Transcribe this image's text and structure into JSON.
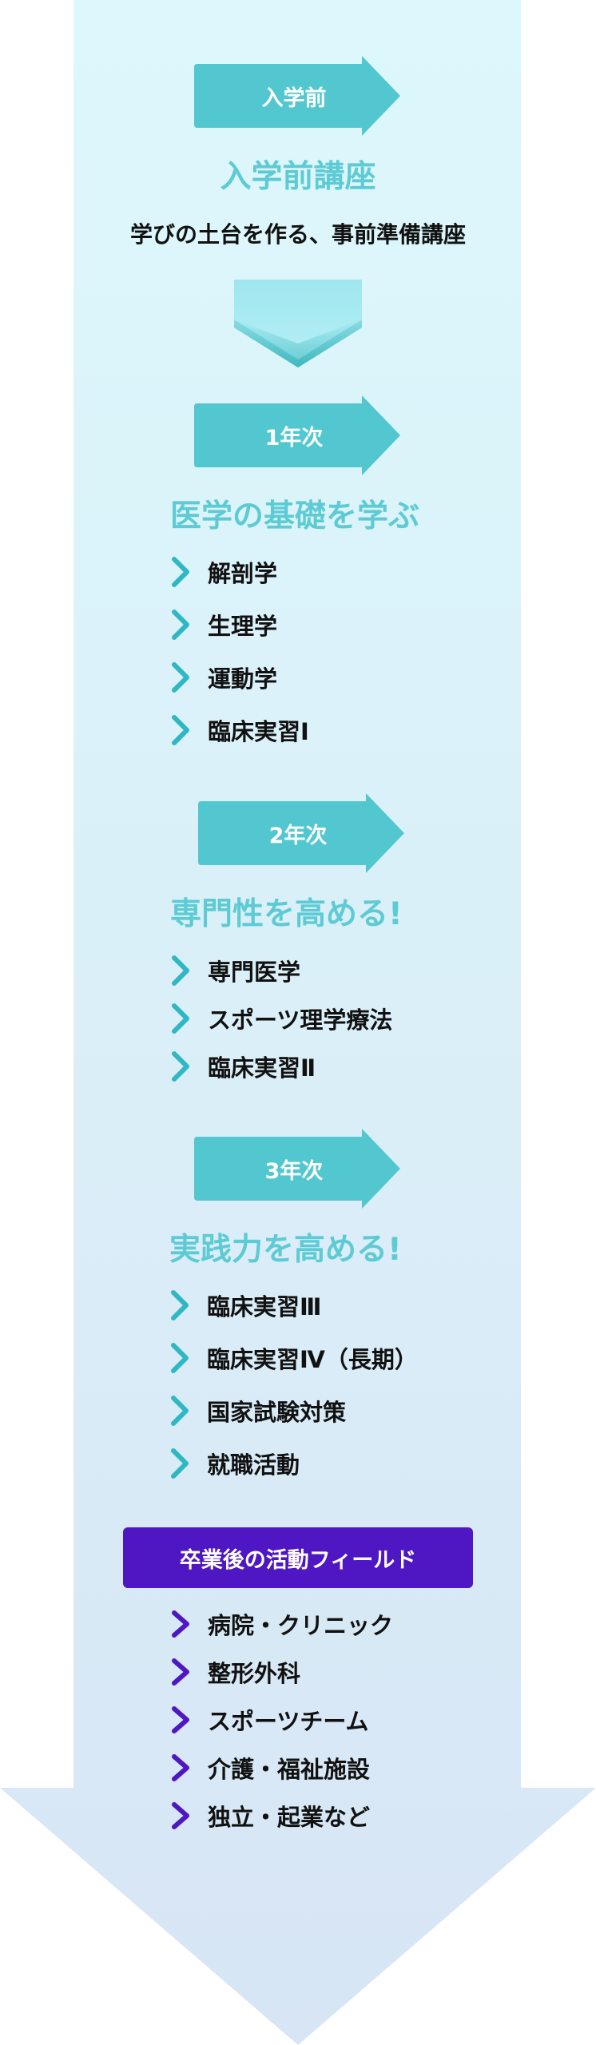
{
  "colors": {
    "accent_teal": "#52c7d0",
    "heading_teal": "#5ecbd4",
    "career_purple": "#4f16c4",
    "text_dark": "#111111",
    "arrow_bg_top": "#dcf7fb",
    "arrow_bg_bottom": "#d8e6f6"
  },
  "pre_entry": {
    "tag": "入学前",
    "heading": "入学前講座",
    "subheading": "学びの土台を作る、事前準備講座"
  },
  "year1": {
    "tag": "1年次",
    "heading": "医学の基礎を学ぶ",
    "items": [
      "解剖学",
      "生理学",
      "運動学",
      "臨床実習Ⅰ"
    ]
  },
  "year2": {
    "tag": "2年次",
    "heading": "専門性を高める!",
    "items": [
      "専門医学",
      "スポーツ理学療法",
      "臨床実習Ⅱ"
    ]
  },
  "year3": {
    "tag": "3年次",
    "heading": "実践力を高める!",
    "items": [
      "臨床実習Ⅲ",
      "臨床実習Ⅳ（長期）",
      "国家試験対策",
      "就職活動"
    ]
  },
  "career": {
    "heading": "卒業後の活動フィールド",
    "items": [
      "病院・クリニック",
      "整形外科",
      "スポーツチーム",
      "介護・福祉施設",
      "独立・起業など"
    ]
  },
  "icons": {
    "tag_arrow": "right-arrow-tag-icon",
    "step_chevron": "chevron-down-icon",
    "item_bullet": "chevron-right-icon"
  }
}
